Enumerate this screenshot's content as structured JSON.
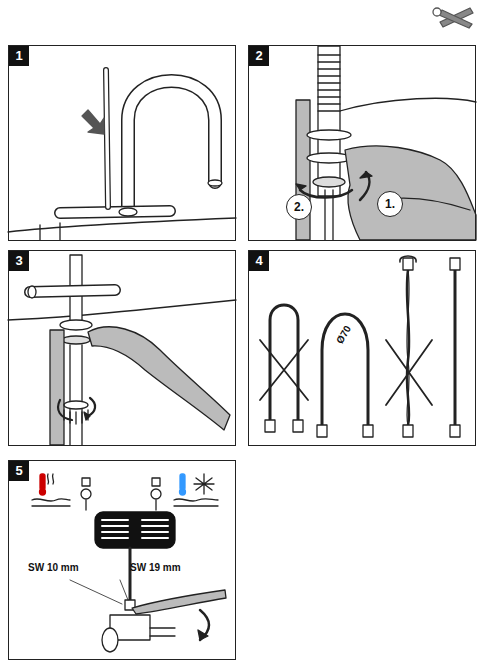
{
  "diagram": {
    "nodes": [
      {
        "text": [
          "1"
        ]
      },
      {
        "text": [
          "2"
        ]
      },
      {
        "text": [
          "2."
        ],
        "in": 1
      },
      {
        "text": [
          "1."
        ],
        "in": 1
      },
      {
        "text": [
          "3"
        ]
      },
      {
        "text": [
          "4"
        ]
      },
      {
        "text": [
          "5"
        ]
      }
    ],
    "labels": [
      "Ø70",
      "SW 10 mm",
      "SW 19 mm"
    ]
  }
}
